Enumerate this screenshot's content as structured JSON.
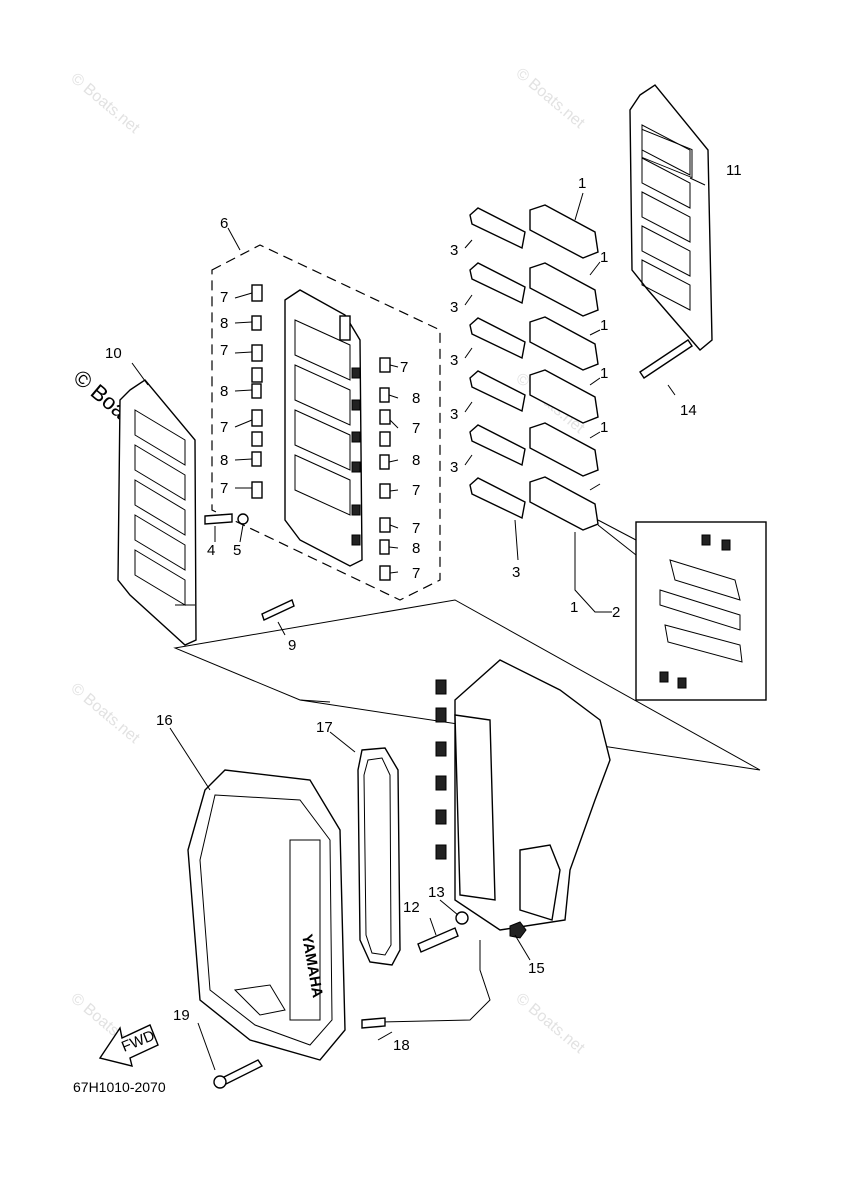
{
  "watermark": "© Boats.net",
  "drawing_code": "67H1010-2070",
  "brand_text": "YAMAHA",
  "fwd_text": "FWD",
  "callouts": {
    "c1": "1",
    "c2": "2",
    "c3": "3",
    "c4": "4",
    "c5": "5",
    "c6": "6",
    "c7": "7",
    "c8": "8",
    "c9": "9",
    "c10": "10",
    "c11": "11",
    "c12": "12",
    "c13": "13",
    "c14": "14",
    "c15": "15",
    "c16": "16",
    "c17": "17",
    "c18": "18",
    "c19": "19"
  }
}
